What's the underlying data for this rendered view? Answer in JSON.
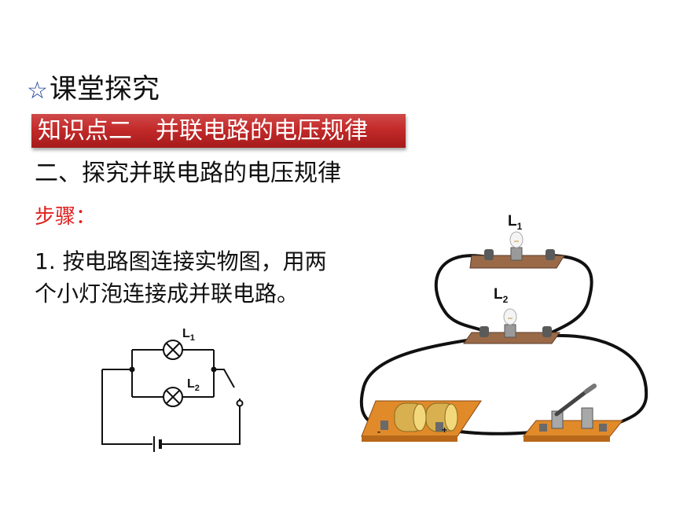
{
  "heading": {
    "star": "☆",
    "text": "课堂探究"
  },
  "banner": {
    "text": "知识点二　并联电路的电压规律"
  },
  "subtitle": "二、探究并联电路的电压规律",
  "steps_label": "步骤：",
  "step1": {
    "line1": "1. 按电路图连接实物图，用两",
    "line2": "个小灯泡连接成并联电路。"
  },
  "schematic": {
    "l1": {
      "letter": "L",
      "sub": "1"
    },
    "l2": {
      "letter": "L",
      "sub": "2"
    }
  },
  "physical": {
    "l1": {
      "letter": "L",
      "sub": "1"
    },
    "l2": {
      "letter": "L",
      "sub": "2"
    },
    "battery_terminal_minus": "-",
    "battery_terminal_plus": "+"
  },
  "colors": {
    "banner": "#c42a2a",
    "steps_label": "#e02020",
    "star": "#1f3f9a",
    "wood": "#e08a2a"
  }
}
